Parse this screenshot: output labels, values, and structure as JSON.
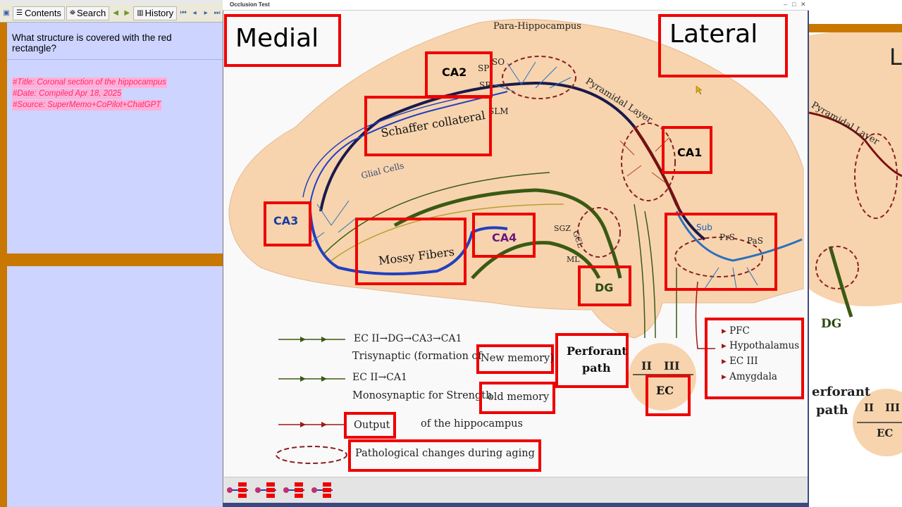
{
  "toolbar": {
    "contents": "Contents",
    "search": "Search",
    "history": "History"
  },
  "question": "What structure is covered with the red rectangle?",
  "meta": {
    "title": "#Title: Coronal section of the hippocampus",
    "date": "#Date: Compiled Apr 18, 2025",
    "source": "#Source: SuperMemo+CoPilot+ChatGPT"
  },
  "window": {
    "title": "Occlusion Test"
  },
  "labels": {
    "medial": "Medial",
    "lateral": "Lateral",
    "para": "Para-Hippocampus",
    "ca2": "CA2",
    "sp": "SP",
    "so": "SO",
    "sr": "SR",
    "slm": "SLM",
    "pyramidal": "Pyramidal Layer",
    "schaffer": "Schaffer collateral",
    "glial": "Glial Cells",
    "ca1": "CA1",
    "ca3": "CA3",
    "mossy": "Mossy Fibers",
    "ca4": "CA4",
    "sgz": "SGZ",
    "gcl": "GCL",
    "ml": "ML",
    "dg": "DG",
    "sub": "Sub",
    "prs": "PrS",
    "pas": "PaS",
    "tri_path": "EC II→DG→CA3→CA1",
    "tri_desc_a": "Trisynaptic (formation of",
    "new_memory": "New memory)",
    "mono_path": "EC II→CA1",
    "mono_desc_a": "Monosynaptic for Strength",
    "old_memory": "old memory",
    "output": "Output",
    "output_rest": "of the hippocampus",
    "patho": "Pathological changes during aging",
    "perforant1": "Perforant",
    "perforant2": "path",
    "ii": "II",
    "iii": "III",
    "ec": "EC",
    "pfc": "PFC",
    "hypothalamus": "Hypothalamus",
    "eciii": "EC III",
    "amygdala": "Amygdala"
  },
  "bg_labels": {
    "pyramidal": "Pyramidal Layer",
    "dg": "DG",
    "perforant1": "erforant",
    "perforant2": "path",
    "ii": "II",
    "iii": "III",
    "ec": "EC"
  },
  "colors": {
    "occlusion_red": "#ee0000",
    "tissue": "#f7d4ae",
    "panel_blue": "#ccd4ff",
    "supermemo_orange": "#c87800"
  }
}
